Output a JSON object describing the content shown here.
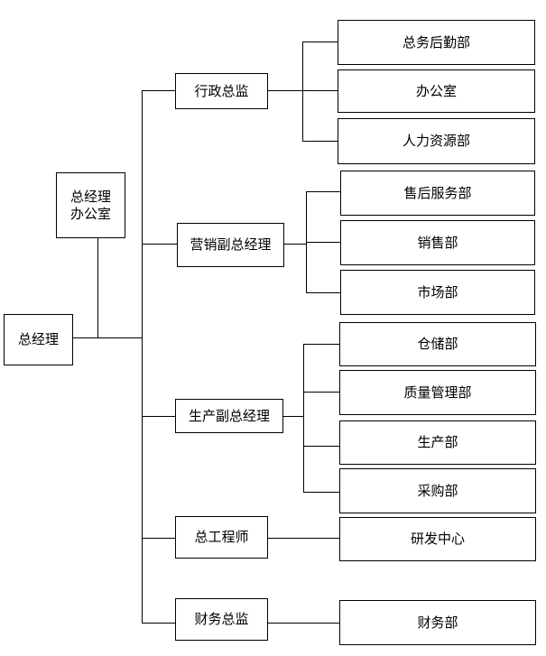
{
  "org": {
    "root": "总经理",
    "assistant": [
      "总经理",
      "办公室"
    ],
    "directors": [
      {
        "label": "行政总监",
        "departments": [
          "总务后勤部",
          "办公室",
          "人力资源部"
        ]
      },
      {
        "label": "营销副总经理",
        "departments": [
          "售后服务部",
          "销售部",
          "市场部"
        ]
      },
      {
        "label": "生产副总经理",
        "departments": [
          "仓储部",
          "质量管理部",
          "生产部",
          "采购部"
        ]
      },
      {
        "label": "总工程师",
        "departments": [
          "研发中心"
        ]
      },
      {
        "label": "财务总监",
        "departments": [
          "财务部"
        ]
      }
    ]
  }
}
